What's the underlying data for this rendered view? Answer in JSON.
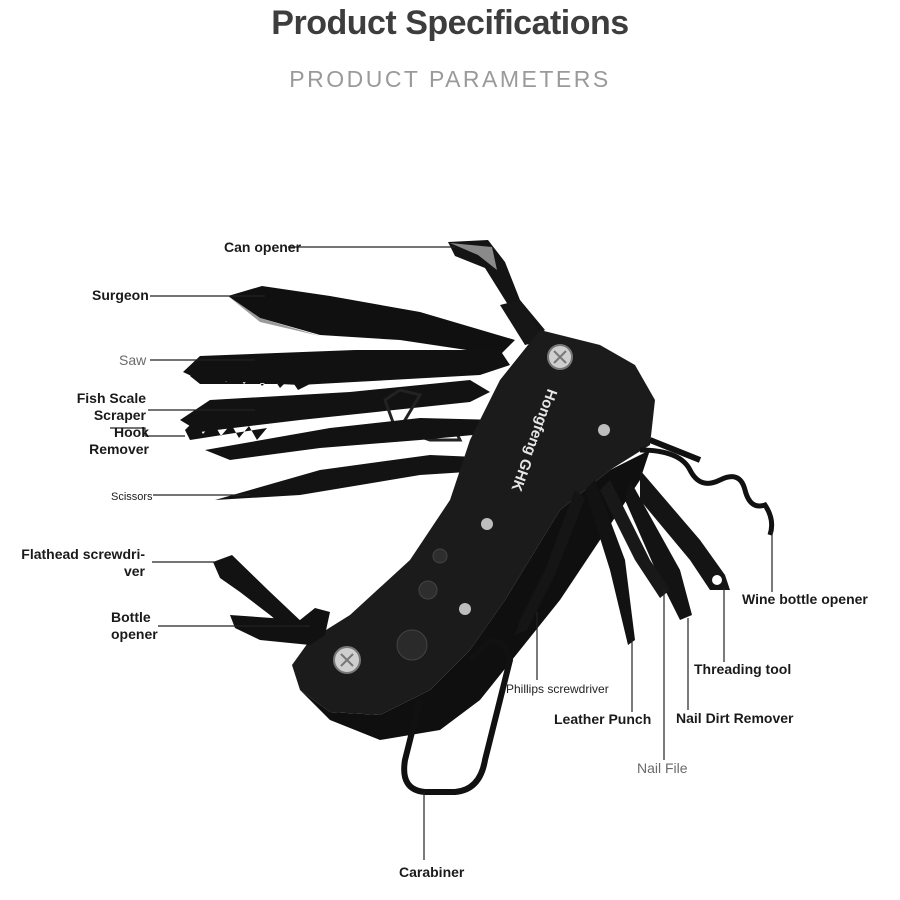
{
  "header": {
    "title": "Product Specifications",
    "subtitle": "PRODUCT PARAMETERS"
  },
  "product": {
    "brand_text": "Hongfeng GHK"
  },
  "labels": {
    "can_opener": "Can opener",
    "surgeon": "Surgeon",
    "saw": "Saw",
    "fish_scale_scraper": "Fish Scale\nScraper",
    "hook_remover": "Hook\nRemover",
    "scissors": "Scissors",
    "flathead_screwdriver": "Flathead screwdri-\nver",
    "bottle_opener": "Bottle\nopener",
    "wine_bottle_opener": "Wine bottle opener",
    "threading_tool": "Threading tool",
    "phillips_screwdriver": "Phillips screwdriver",
    "leather_punch": "Leather Punch",
    "nail_dirt_remover": "Nail Dirt Remover",
    "nail_file": "Nail File",
    "carabiner": "Carabiner"
  },
  "colors": {
    "tool_body": "#1b1b1b",
    "blade": "#111111",
    "leader_line": "#222222",
    "title": "#3d3d3d",
    "subtitle": "#9a9a9a"
  }
}
